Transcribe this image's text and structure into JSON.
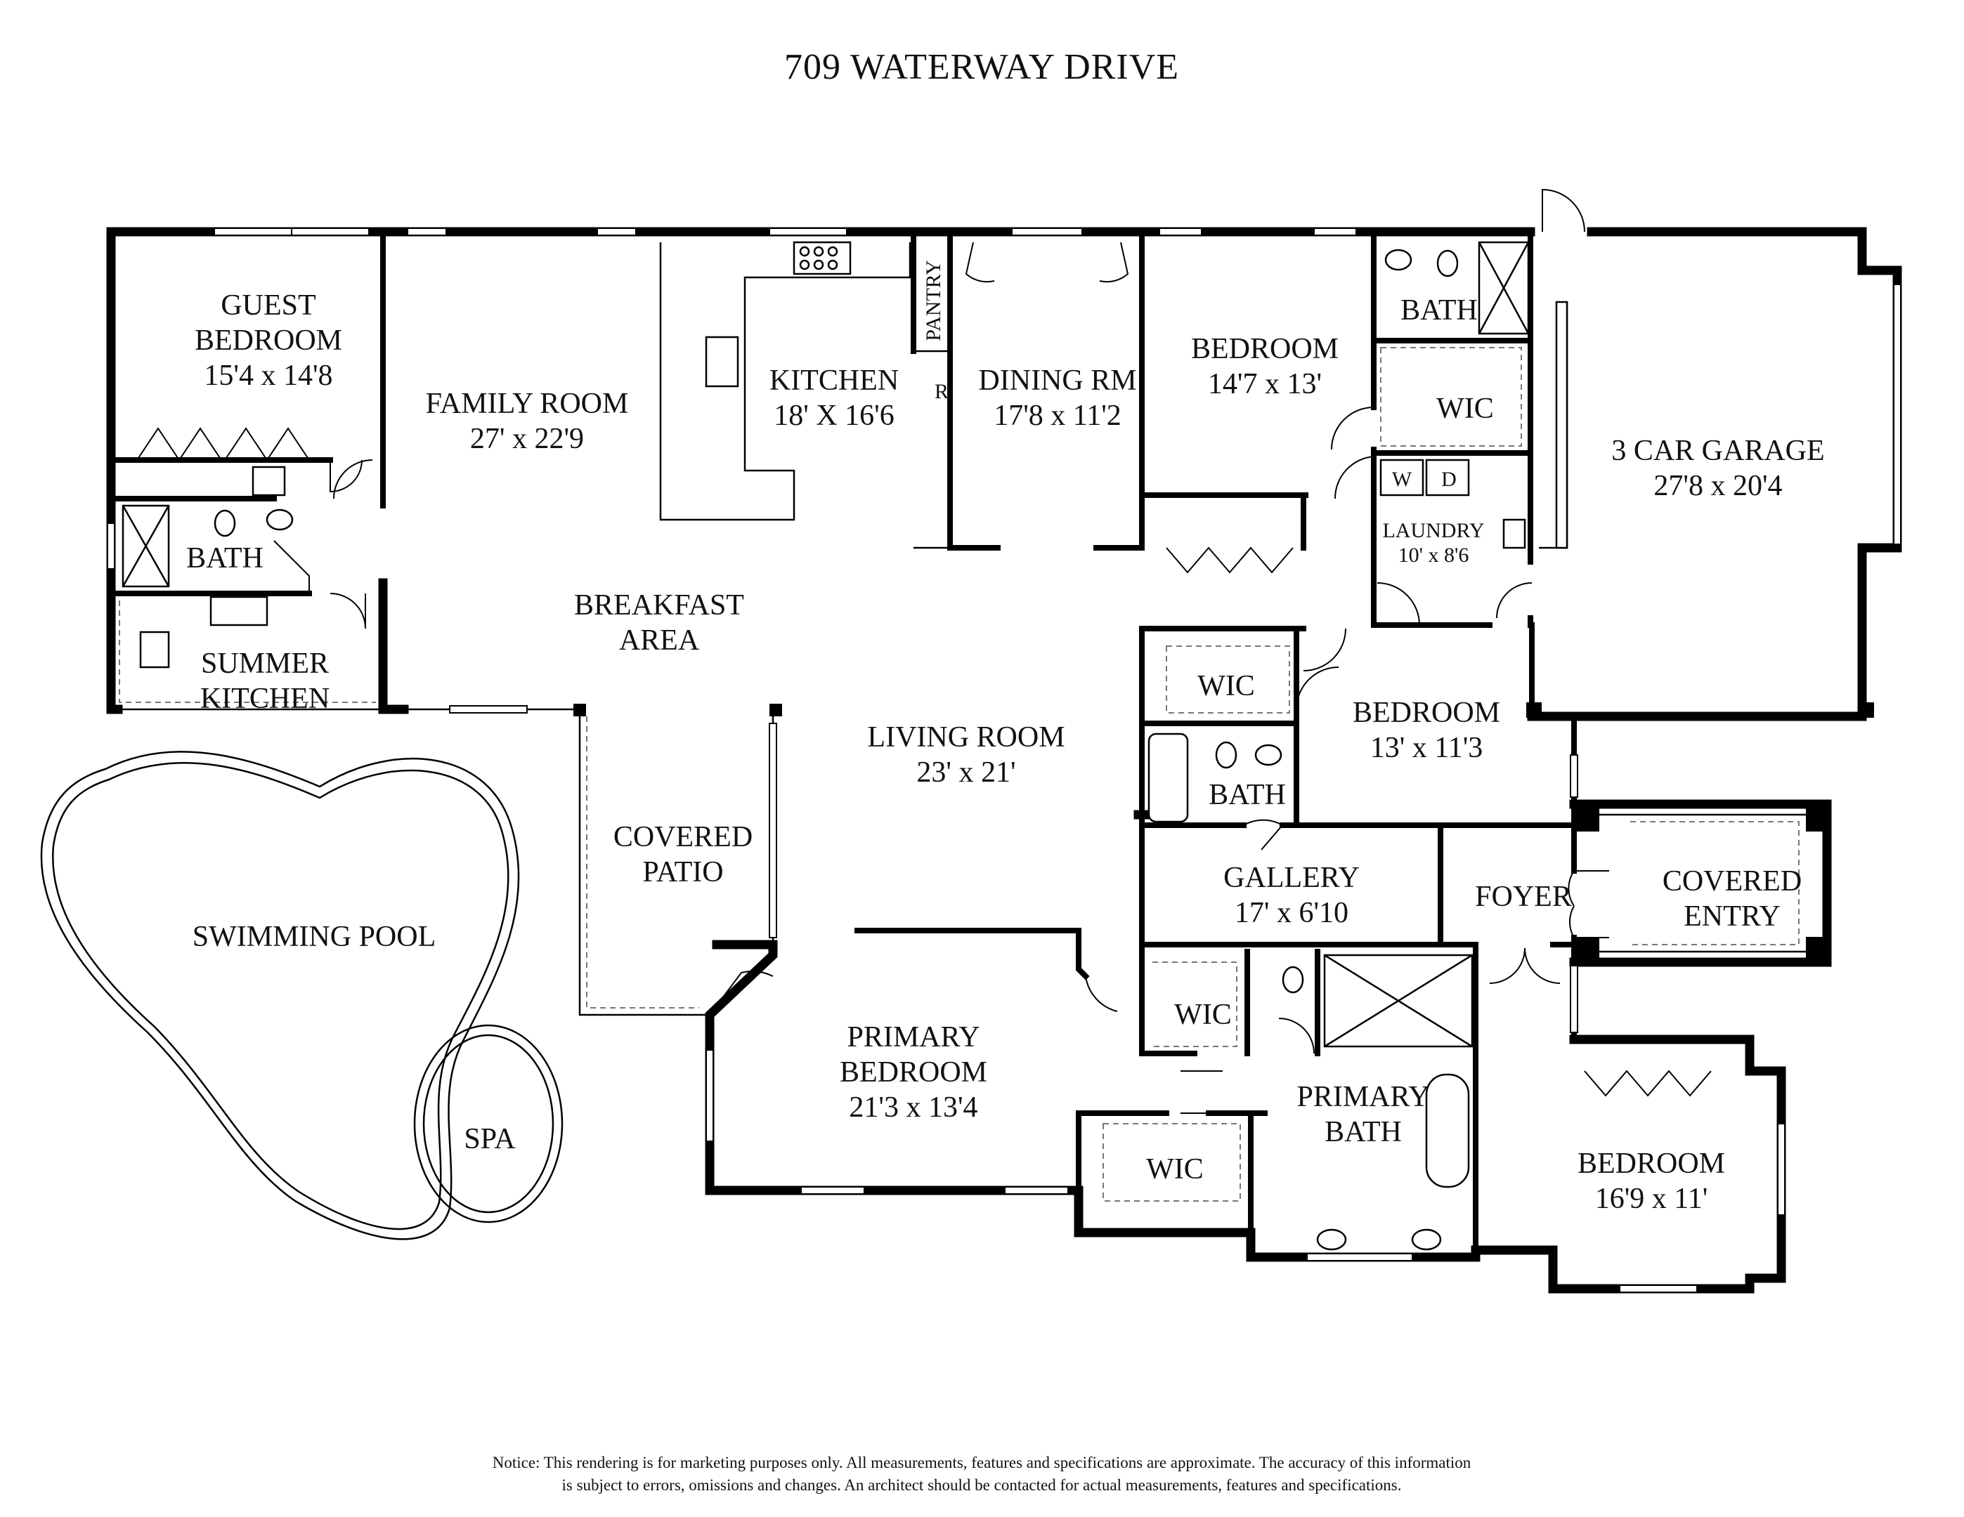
{
  "title": "709 WATERWAY DRIVE",
  "rooms": {
    "guest_bedroom": {
      "name_1": "GUEST",
      "name_2": "BEDROOM",
      "dims": "15'4 x 14'8"
    },
    "family_room": {
      "name": "FAMILY ROOM",
      "dims": "27' x 22'9"
    },
    "kitchen": {
      "name": "KITCHEN",
      "dims": "18' X 16'6"
    },
    "pantry": {
      "name": "PANTRY"
    },
    "refrigerator": {
      "name": "R"
    },
    "dining_room": {
      "name": "DINING RM",
      "dims": "17'8 x 11'2"
    },
    "bedroom_1": {
      "name": "BEDROOM",
      "dims": "14'7 x 13'"
    },
    "bath_1": {
      "name": "BATH"
    },
    "wic_1": {
      "name": "WIC"
    },
    "washer": {
      "name": "W"
    },
    "dryer": {
      "name": "D"
    },
    "laundry": {
      "name": "LAUNDRY",
      "dims": "10' x 8'6"
    },
    "garage": {
      "name": "3 CAR GARAGE",
      "dims": "27'8 x 20'4"
    },
    "guest_bath": {
      "name": "BATH"
    },
    "breakfast_area": {
      "name_1": "BREAKFAST",
      "name_2": "AREA"
    },
    "summer_kitchen": {
      "name_1": "SUMMER",
      "name_2": "KITCHEN"
    },
    "wic_2": {
      "name": "WIC"
    },
    "bedroom_2": {
      "name": "BEDROOM",
      "dims": "13' x 11'3"
    },
    "bath_2": {
      "name": "BATH"
    },
    "living_room": {
      "name": "LIVING ROOM",
      "dims": "23' x 21'"
    },
    "covered_patio": {
      "name_1": "COVERED",
      "name_2": "PATIO"
    },
    "swimming_pool": {
      "name": "SWIMMING POOL"
    },
    "spa": {
      "name": "SPA"
    },
    "gallery": {
      "name": "GALLERY",
      "dims": "17' x 6'10"
    },
    "foyer": {
      "name": "FOYER"
    },
    "covered_entry": {
      "name_1": "COVERED",
      "name_2": "ENTRY"
    },
    "primary_bedroom": {
      "name_1": "PRIMARY",
      "name_2": "BEDROOM",
      "dims": "21'3 x 13'4"
    },
    "wic_3": {
      "name": "WIC"
    },
    "wic_4": {
      "name": "WIC"
    },
    "primary_bath": {
      "name_1": "PRIMARY",
      "name_2": "BATH"
    },
    "bedroom_3": {
      "name": "BEDROOM",
      "dims": "16'9 x 11'"
    }
  },
  "notice": {
    "line_1": "Notice: This rendering is for marketing purposes only. All measurements, features and specifications are approximate. The accuracy of this information",
    "line_2": "is subject to errors, omissions and changes. An architect should be contacted for actual measurements, features and specifications."
  },
  "colors": {
    "wall": "#000000",
    "background": "#ffffff",
    "text": "#111111"
  }
}
